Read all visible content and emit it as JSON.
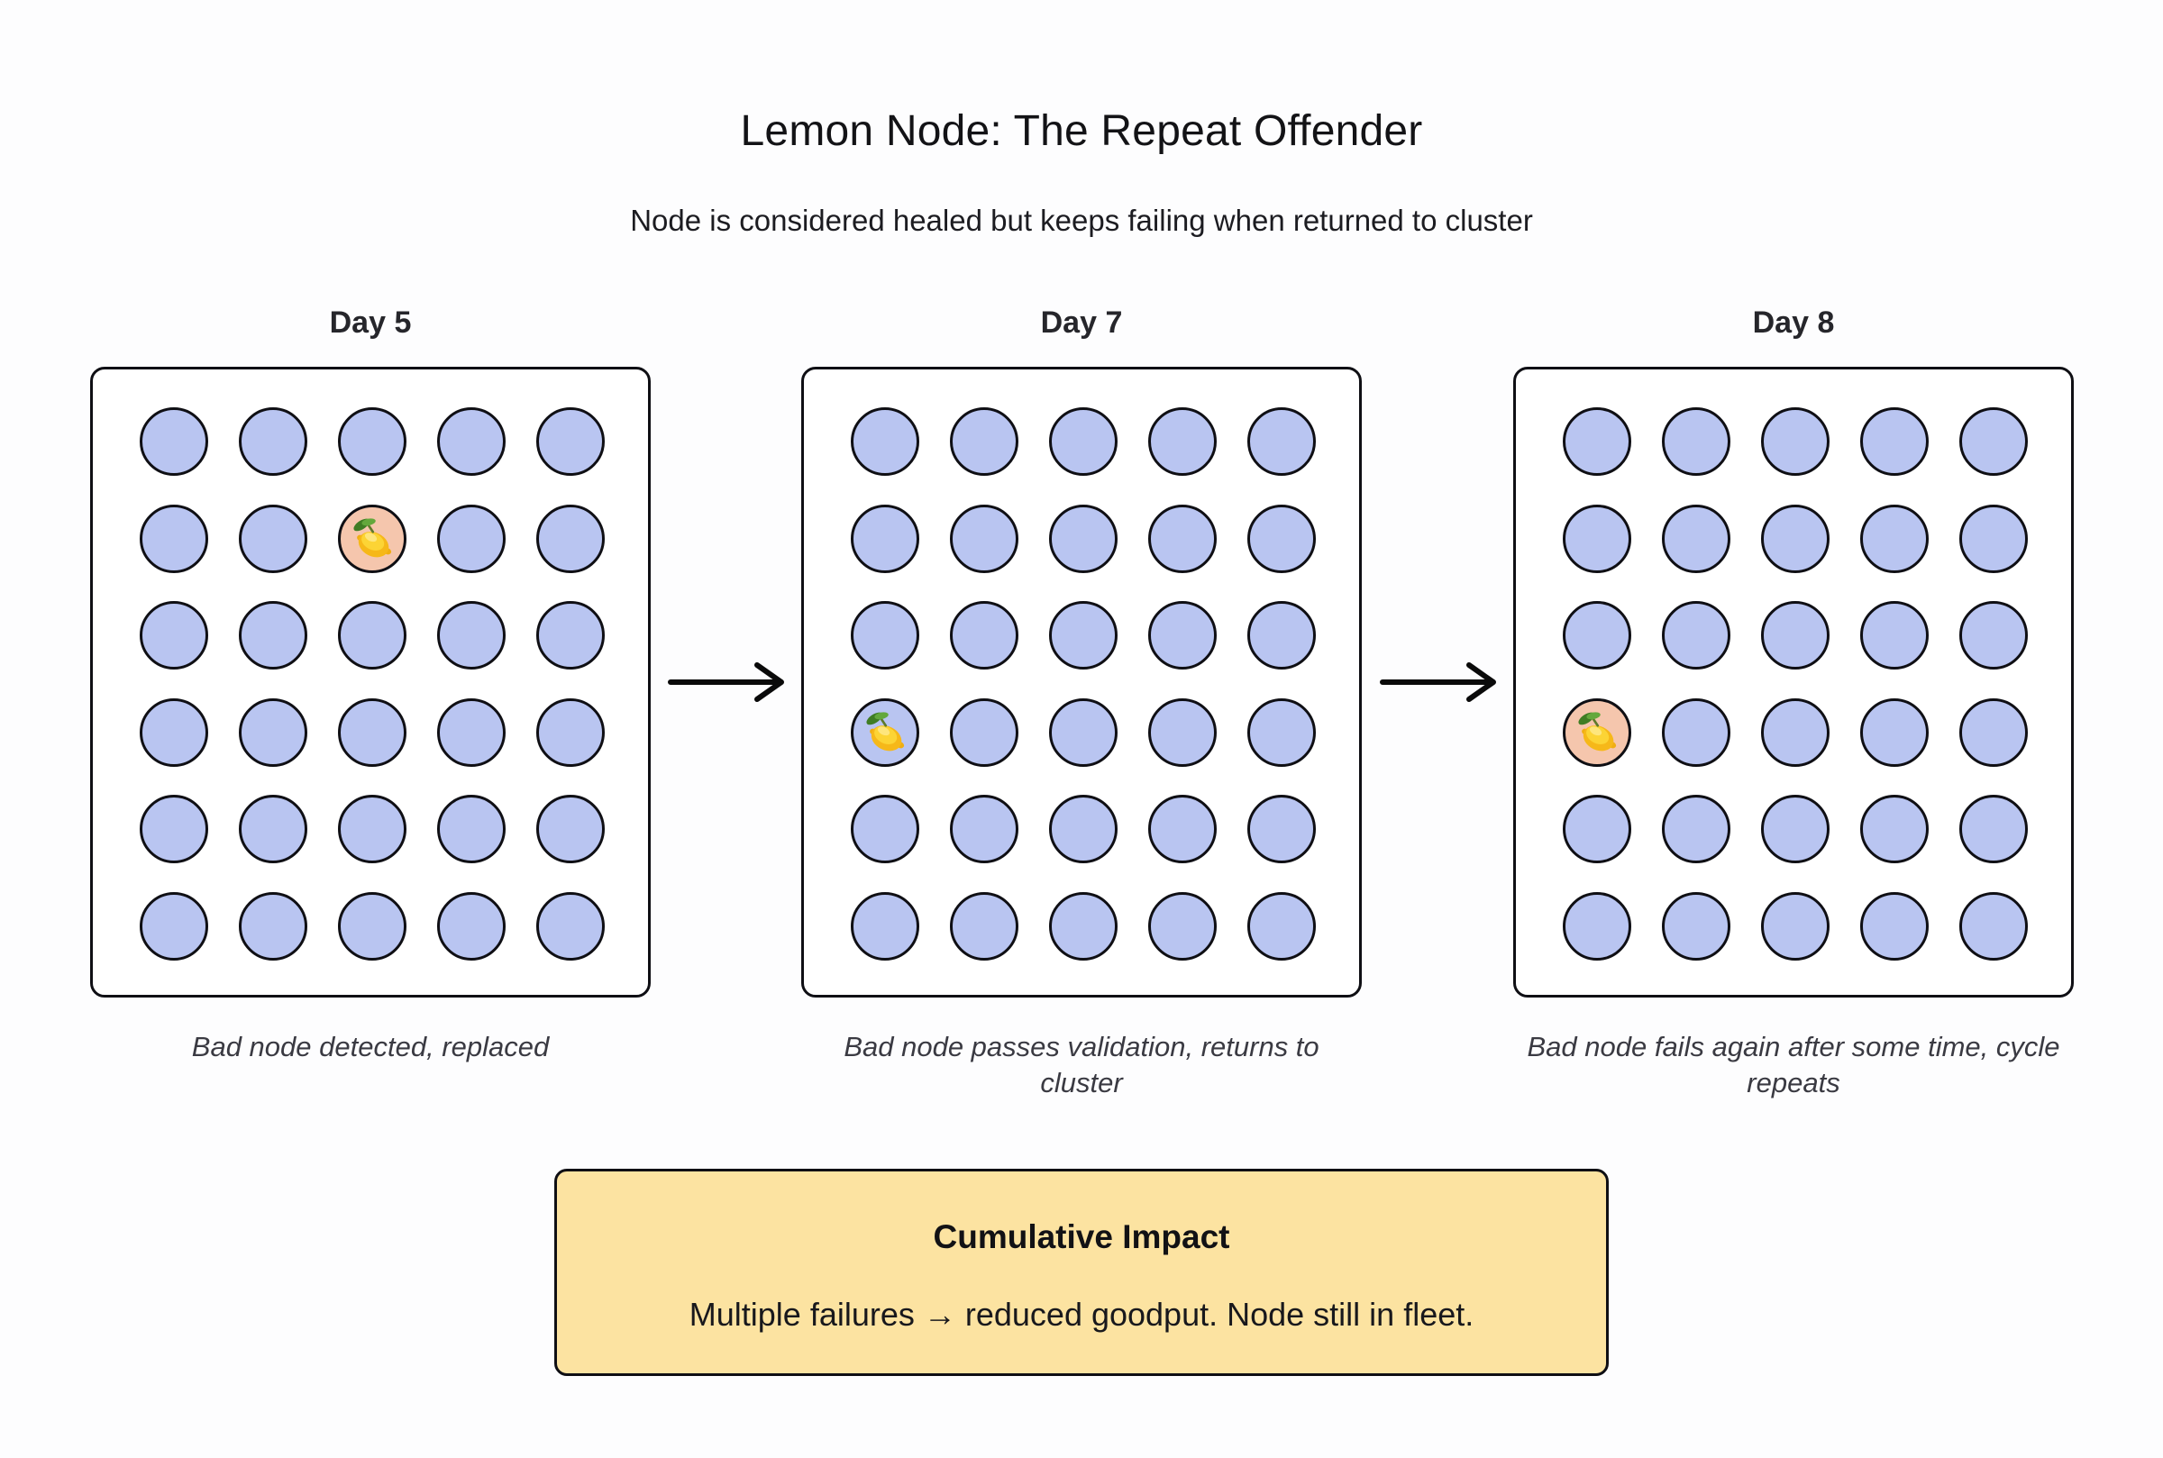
{
  "title": "Lemon Node: The Repeat Offender",
  "subtitle": "Node is considered healed but keeps failing when returned to cluster",
  "grid": {
    "rows": 6,
    "cols": 5
  },
  "panels": [
    {
      "label": "Day 5",
      "caption": "Bad node detected, replaced",
      "lemon": {
        "row": 2,
        "col": 3,
        "state": "bad"
      }
    },
    {
      "label": "Day 7",
      "caption": "Bad node passes validation, returns to cluster",
      "lemon": {
        "row": 4,
        "col": 1,
        "state": "healthy"
      }
    },
    {
      "label": "Day 8",
      "caption": "Bad node fails again after some time, cycle repeats",
      "lemon": {
        "row": 4,
        "col": 1,
        "state": "bad"
      }
    }
  ],
  "icons": {
    "flow_arrow": "right-arrow",
    "lemon": "lemon"
  },
  "impact": {
    "heading": "Cumulative Impact",
    "body": "Multiple failures → reduced goodput. Node still in fleet."
  },
  "colors": {
    "node_fill": "#b9c5f1",
    "node_stroke": "#0f0f14",
    "bad_fill": "#f5c6ad",
    "panel_bg": "#ffffff",
    "impact_bg": "#fce3a1",
    "background": "#fdfdfe"
  }
}
